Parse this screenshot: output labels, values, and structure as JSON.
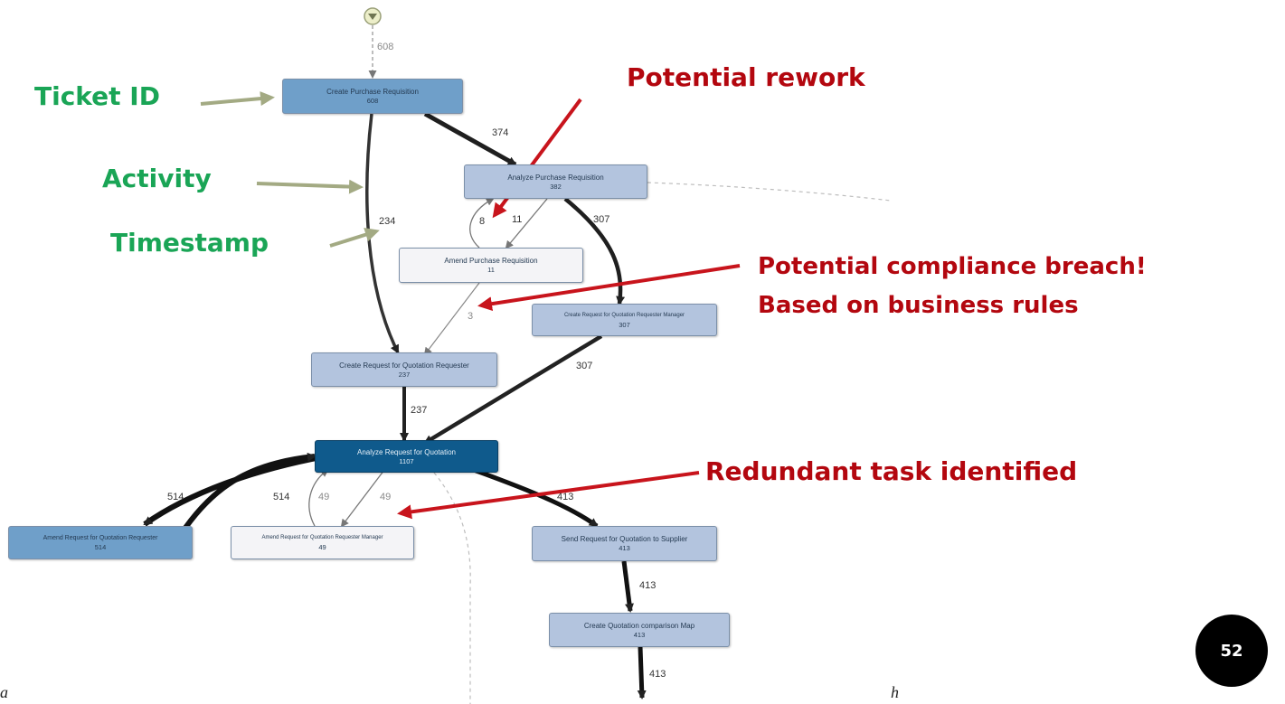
{
  "process_map": {
    "start_count": "608",
    "nodes": [
      {
        "id": "cpr",
        "label": "Create Purchase Requisition",
        "count": "608"
      },
      {
        "id": "apr",
        "label": "Analyze Purchase Requisition",
        "count": "382"
      },
      {
        "id": "amendpr",
        "label": "Amend Purchase Requisition",
        "count": "11"
      },
      {
        "id": "crqm",
        "label": "Create Request for Quotation Requester Manager",
        "count": "307"
      },
      {
        "id": "crqr",
        "label": "Create Request for Quotation Requester",
        "count": "237"
      },
      {
        "id": "arq",
        "label": "Analyze Request for Quotation",
        "count": "1107"
      },
      {
        "id": "amrqr",
        "label": "Amend Request for Quotation Requester",
        "count": "514"
      },
      {
        "id": "amrqrm",
        "label": "Amend Request for Quotation Requester Manager",
        "count": "49"
      },
      {
        "id": "srqs",
        "label": "Send Request for Quotation to Supplier",
        "count": "413"
      },
      {
        "id": "cqcm",
        "label": "Create Quotation comparison Map",
        "count": "413"
      }
    ],
    "edges": [
      {
        "from": "cpr",
        "to": "apr",
        "value": "374"
      },
      {
        "from": "cpr",
        "to": "crqr",
        "value": "234"
      },
      {
        "from": "amendpr",
        "to": "apr",
        "value": "8"
      },
      {
        "from": "apr",
        "to": "amendpr",
        "value": "11"
      },
      {
        "from": "apr",
        "to": "crqm",
        "value": "307"
      },
      {
        "from": "amendpr",
        "to": "crqr",
        "value": "3"
      },
      {
        "from": "crqm",
        "to": "arq",
        "value": "307"
      },
      {
        "from": "crqr",
        "to": "arq",
        "value": "237"
      },
      {
        "from": "arq",
        "to": "amrqr",
        "value": "514"
      },
      {
        "from": "amrqr",
        "to": "arq",
        "value": "514"
      },
      {
        "from": "amrqrm",
        "to": "arq",
        "value": "49"
      },
      {
        "from": "arq",
        "to": "amrqrm",
        "value": "49"
      },
      {
        "from": "arq",
        "to": "srqs",
        "value": "413"
      },
      {
        "from": "srqs",
        "to": "cqcm",
        "value": "413"
      },
      {
        "from": "cqcm",
        "to": "end",
        "value": "413"
      }
    ]
  },
  "annotations": {
    "ticket_id": "Ticket ID",
    "activity": "Activity",
    "timestamp": "Timestamp",
    "potential_rework": "Potential rework",
    "compliance_line1": "Potential compliance breach!",
    "compliance_line2": "Based on business rules",
    "redundant_task": "Redundant task identified"
  },
  "colors": {
    "green_annotation": "#1aa556",
    "red_annotation": "#b3070f",
    "olive_arrow": "#a3aa83",
    "dark_node": "#0f5a8c",
    "strong_node": "#6f9fc9",
    "mid_node": "#b3c4de"
  },
  "page_number": "52",
  "stray_marks": {
    "left": "a",
    "right": "h"
  }
}
